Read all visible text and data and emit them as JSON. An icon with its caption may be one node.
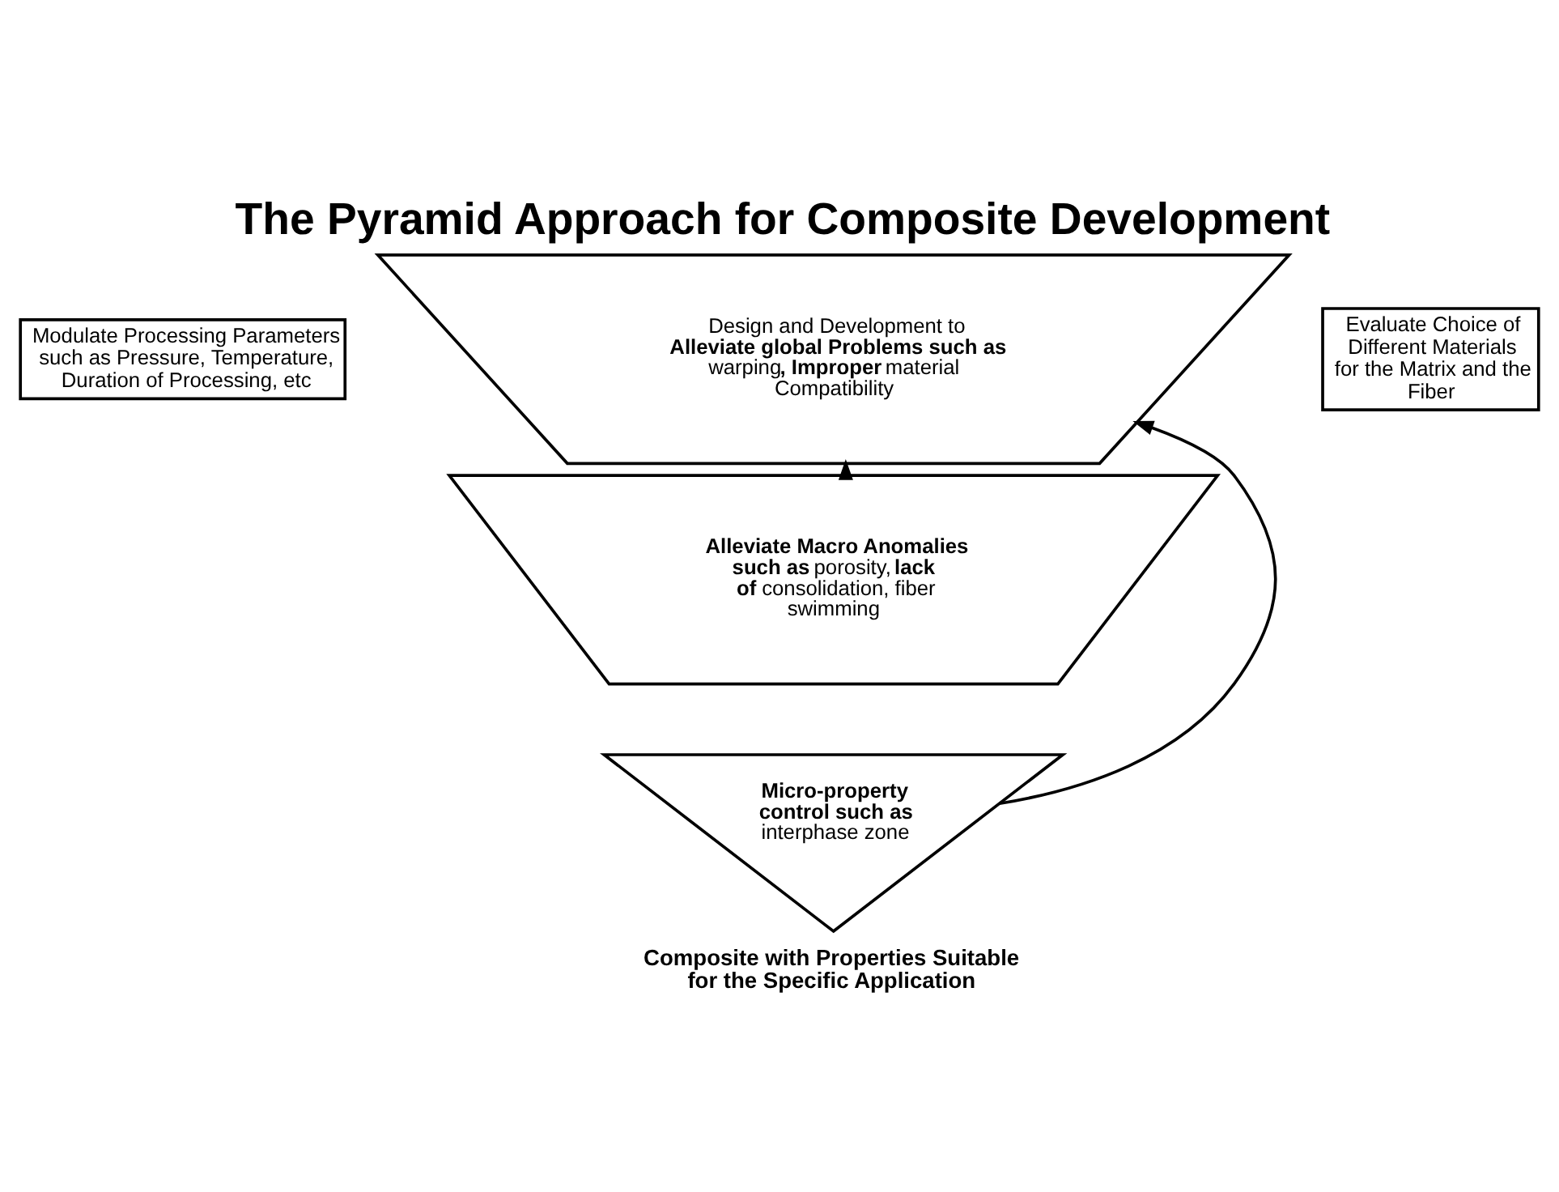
{
  "diagram": {
    "title": "The Pyramid Approach for Composite Development",
    "nodes": [
      {
        "text": [
          "Modulate Processing Parameters such as Pressure, Temperature, Duration of Processing, etc"
        ]
      },
      {
        "text": [
          "Evaluate Choice of Different Materials for the Matrix and the Fiber"
        ]
      },
      {
        "text": [
          "Design and Development to",
          "**Alleviate global Problems such as** warping**, Improper** material Compatibility"
        ]
      },
      {
        "text": [
          "**Alleviate Macro Anomalies such as** porosity, **lack of** consolidation, fiber swimming"
        ]
      },
      {
        "text": [
          "**Micro-property control such as** interphase zone"
        ],
        "beside": [
          "Composite with Properties Suitable for the Specific Application"
        ]
      }
    ],
    "edges": [
      {
        "from": 3,
        "to": 2,
        "arrow": "to"
      },
      {
        "from": 4,
        "to": 2,
        "arrow": "to"
      }
    ]
  }
}
